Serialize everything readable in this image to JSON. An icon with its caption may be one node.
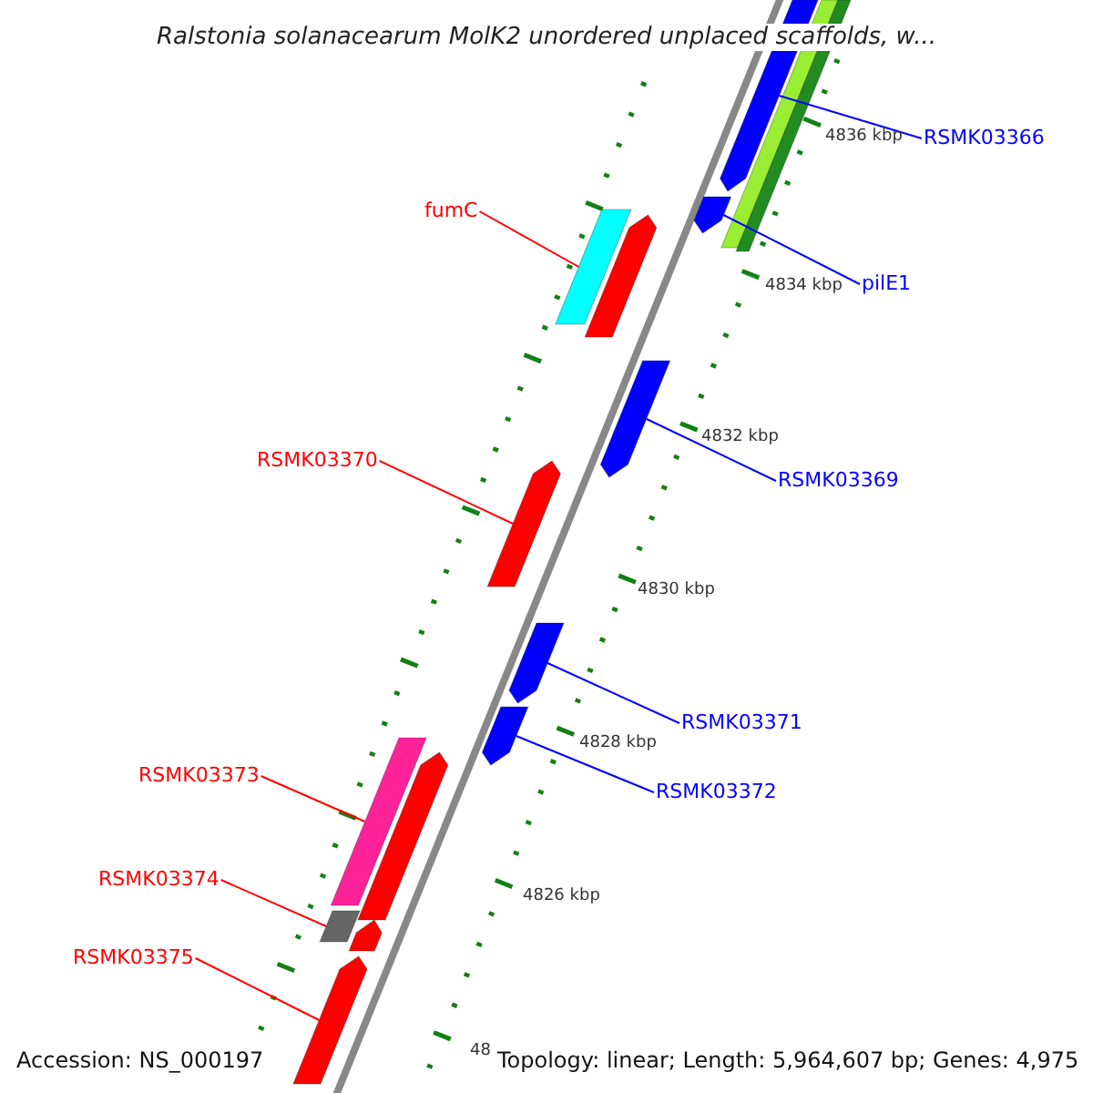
{
  "diagram": {
    "title": "Ralstonia solanacearum MolK2 unordered unplaced scaffolds, w...",
    "nodes": [
      {
        "text": [
          "RSMK03366"
        ]
      },
      {
        "text": [
          "pilE1"
        ]
      },
      {
        "text": [
          "fumC"
        ]
      },
      {
        "text": [
          "RSMK03369"
        ]
      },
      {
        "text": [
          "RSMK03370"
        ]
      },
      {
        "text": [
          "RSMK03371"
        ]
      },
      {
        "text": [
          "RSMK03372"
        ]
      },
      {
        "text": [
          "RSMK03373"
        ]
      },
      {
        "text": [
          "RSMK03374"
        ]
      },
      {
        "text": [
          "RSMK03375"
        ]
      },
      {
        "text": [],
        "shape": "bar"
      },
      {
        "text": [],
        "shape": "bar"
      },
      {
        "text": [],
        "shape": "bar"
      },
      {
        "text": [],
        "shape": "bar"
      },
      {
        "text": [],
        "shape": "bar"
      },
      {
        "text": [],
        "shape": "bar"
      },
      {
        "text": [],
        "shape": "bar"
      },
      {
        "text": [],
        "shape": "bar"
      },
      {
        "text": [],
        "shape": "bar"
      },
      {
        "text": [],
        "shape": "bar"
      },
      {
        "text": [],
        "shape": "bar"
      },
      {
        "text": [],
        "shape": "bar"
      },
      {
        "text": [],
        "shape": "bar"
      },
      {
        "text": [],
        "shape": "bar"
      },
      {
        "text": [],
        "shape": "bar"
      }
    ],
    "edges": [
      {
        "from": 0,
        "to": 10,
        "arrow": "none",
        "color": "#0000ff"
      },
      {
        "from": 1,
        "to": 13,
        "arrow": "none",
        "color": "#0000ff"
      },
      {
        "from": 2,
        "to": 14,
        "arrow": "none",
        "color": "#ff0000"
      },
      {
        "from": 3,
        "to": 16,
        "arrow": "none",
        "color": "#0000ff"
      },
      {
        "from": 4,
        "to": 17,
        "arrow": "none",
        "color": "#ff0000"
      },
      {
        "from": 5,
        "to": 18,
        "arrow": "none",
        "color": "#0000ff"
      },
      {
        "from": 6,
        "to": 19,
        "arrow": "none",
        "color": "#0000ff"
      },
      {
        "from": 7,
        "to": 20,
        "arrow": "none",
        "color": "#ff0000"
      },
      {
        "from": 8,
        "to": 22,
        "arrow": "none",
        "color": "#ff0000"
      },
      {
        "from": 9,
        "to": 24,
        "arrow": "none",
        "color": "#ff0000"
      }
    ],
    "labels": [
      "4836 kbp",
      "4834 kbp",
      "4832 kbp",
      "4830 kbp",
      "4828 kbp",
      "4826 kbp",
      "48",
      "Accession: NS_000197",
      "Topology: linear; Length: 5,964,607 bp; Genes: 4,975"
    ]
  }
}
